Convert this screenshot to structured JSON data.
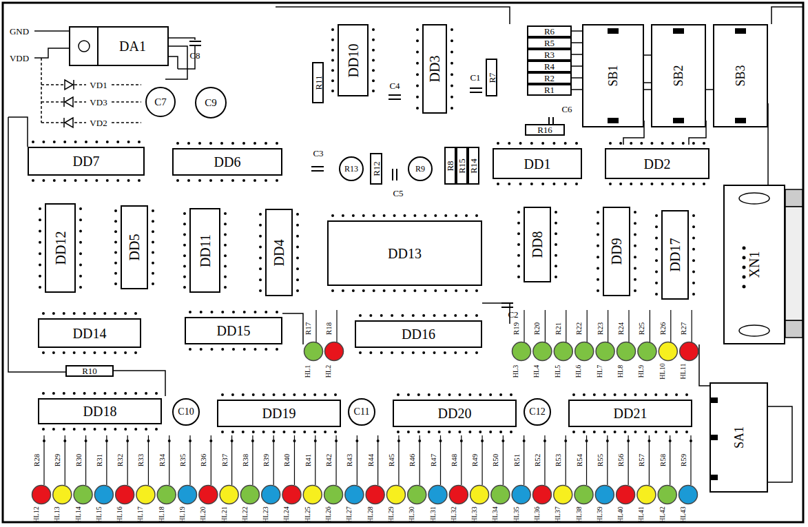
{
  "diagram": {
    "nodes": [
      {
        "text": [
          "DA1"
        ]
      },
      {
        "text": [
          "C9"
        ]
      },
      {
        "text": [
          "C7"
        ]
      },
      {
        "text": [
          "DD10"
        ]
      },
      {
        "text": [
          "DD3"
        ]
      },
      {
        "text": [
          "R7"
        ]
      },
      {
        "text": [
          "R6"
        ]
      },
      {
        "text": [
          "R5"
        ]
      },
      {
        "text": [
          "R3"
        ]
      },
      {
        "text": [
          "R4"
        ]
      },
      {
        "text": [
          "R2"
        ]
      },
      {
        "text": [
          "R1"
        ]
      },
      {
        "text": [
          "SB1"
        ]
      },
      {
        "text": [
          "SB2"
        ]
      },
      {
        "text": [
          "SB3"
        ]
      },
      {
        "text": [
          "R11"
        ]
      },
      {
        "text": [
          "R16"
        ]
      },
      {
        "text": [
          "DD7"
        ]
      },
      {
        "text": [
          "DD6"
        ]
      },
      {
        "text": [
          "R13"
        ]
      },
      {
        "text": [
          "R12"
        ]
      },
      {
        "text": [
          "R9"
        ]
      },
      {
        "text": [
          "R8"
        ]
      },
      {
        "text": [
          "R15"
        ]
      },
      {
        "text": [
          "R14"
        ]
      },
      {
        "text": [
          "DD1"
        ]
      },
      {
        "text": [
          "DD2"
        ]
      },
      {
        "text": [
          "DD12"
        ]
      },
      {
        "text": [
          "DD5"
        ]
      },
      {
        "text": [
          "DD11"
        ]
      },
      {
        "text": [
          "DD4"
        ]
      },
      {
        "text": [
          "DD13"
        ]
      },
      {
        "text": [
          "DD8"
        ]
      },
      {
        "text": [
          "DD9"
        ]
      },
      {
        "text": [
          "DD17"
        ]
      },
      {
        "text": [
          "XN1"
        ]
      },
      {
        "text": [
          "DD14"
        ]
      },
      {
        "text": [
          "DD15"
        ]
      },
      {
        "text": [
          "DD16"
        ]
      },
      {
        "text": [
          "R10"
        ]
      },
      {
        "text": [
          "DD18"
        ]
      },
      {
        "text": [
          "C10"
        ]
      },
      {
        "text": [
          "DD19"
        ]
      },
      {
        "text": [
          "C11"
        ]
      },
      {
        "text": [
          "DD20"
        ]
      },
      {
        "text": [
          "C12"
        ]
      },
      {
        "text": [
          "DD21"
        ]
      },
      {
        "text": [
          "SA1"
        ]
      }
    ],
    "labels": [
      "GND",
      "VDD",
      "VD1",
      "VD3",
      "VD2",
      "C8",
      "C4",
      "C1",
      "C6",
      "C3",
      "C5",
      "C2",
      "R17",
      "R18",
      "HL1",
      "HL2",
      "R19",
      "R20",
      "R21",
      "R22",
      "R23",
      "R24",
      "R25",
      "R26",
      "R27",
      "HL3",
      "HL4",
      "HL5",
      "HL6",
      "HL7",
      "HL8",
      "HL9",
      "HL10",
      "HL11",
      "R28",
      "R29",
      "R30",
      "R31",
      "R32",
      "R33",
      "R34",
      "R35",
      "R36",
      "R37",
      "R38",
      "R39",
      "R40",
      "R41",
      "R42",
      "R43",
      "R44",
      "R45",
      "R46",
      "R47",
      "R48",
      "R49",
      "R50",
      "R51",
      "R52",
      "R53",
      "R54",
      "R55",
      "R56",
      "R57",
      "R58",
      "R59",
      "HL12",
      "HL13",
      "HL14",
      "HL15",
      "HL16",
      "HL17",
      "HL18",
      "HL19",
      "HL20",
      "HL21",
      "HL22",
      "HL23",
      "HL24",
      "HL25",
      "HL26",
      "HL27",
      "HL28",
      "HL29",
      "HL30",
      "HL31",
      "HL32",
      "HL33",
      "HL34",
      "HL35",
      "HL36",
      "HL37",
      "HL38",
      "HL39",
      "HL40",
      "HL41",
      "HL42",
      "HL43"
    ]
  }
}
